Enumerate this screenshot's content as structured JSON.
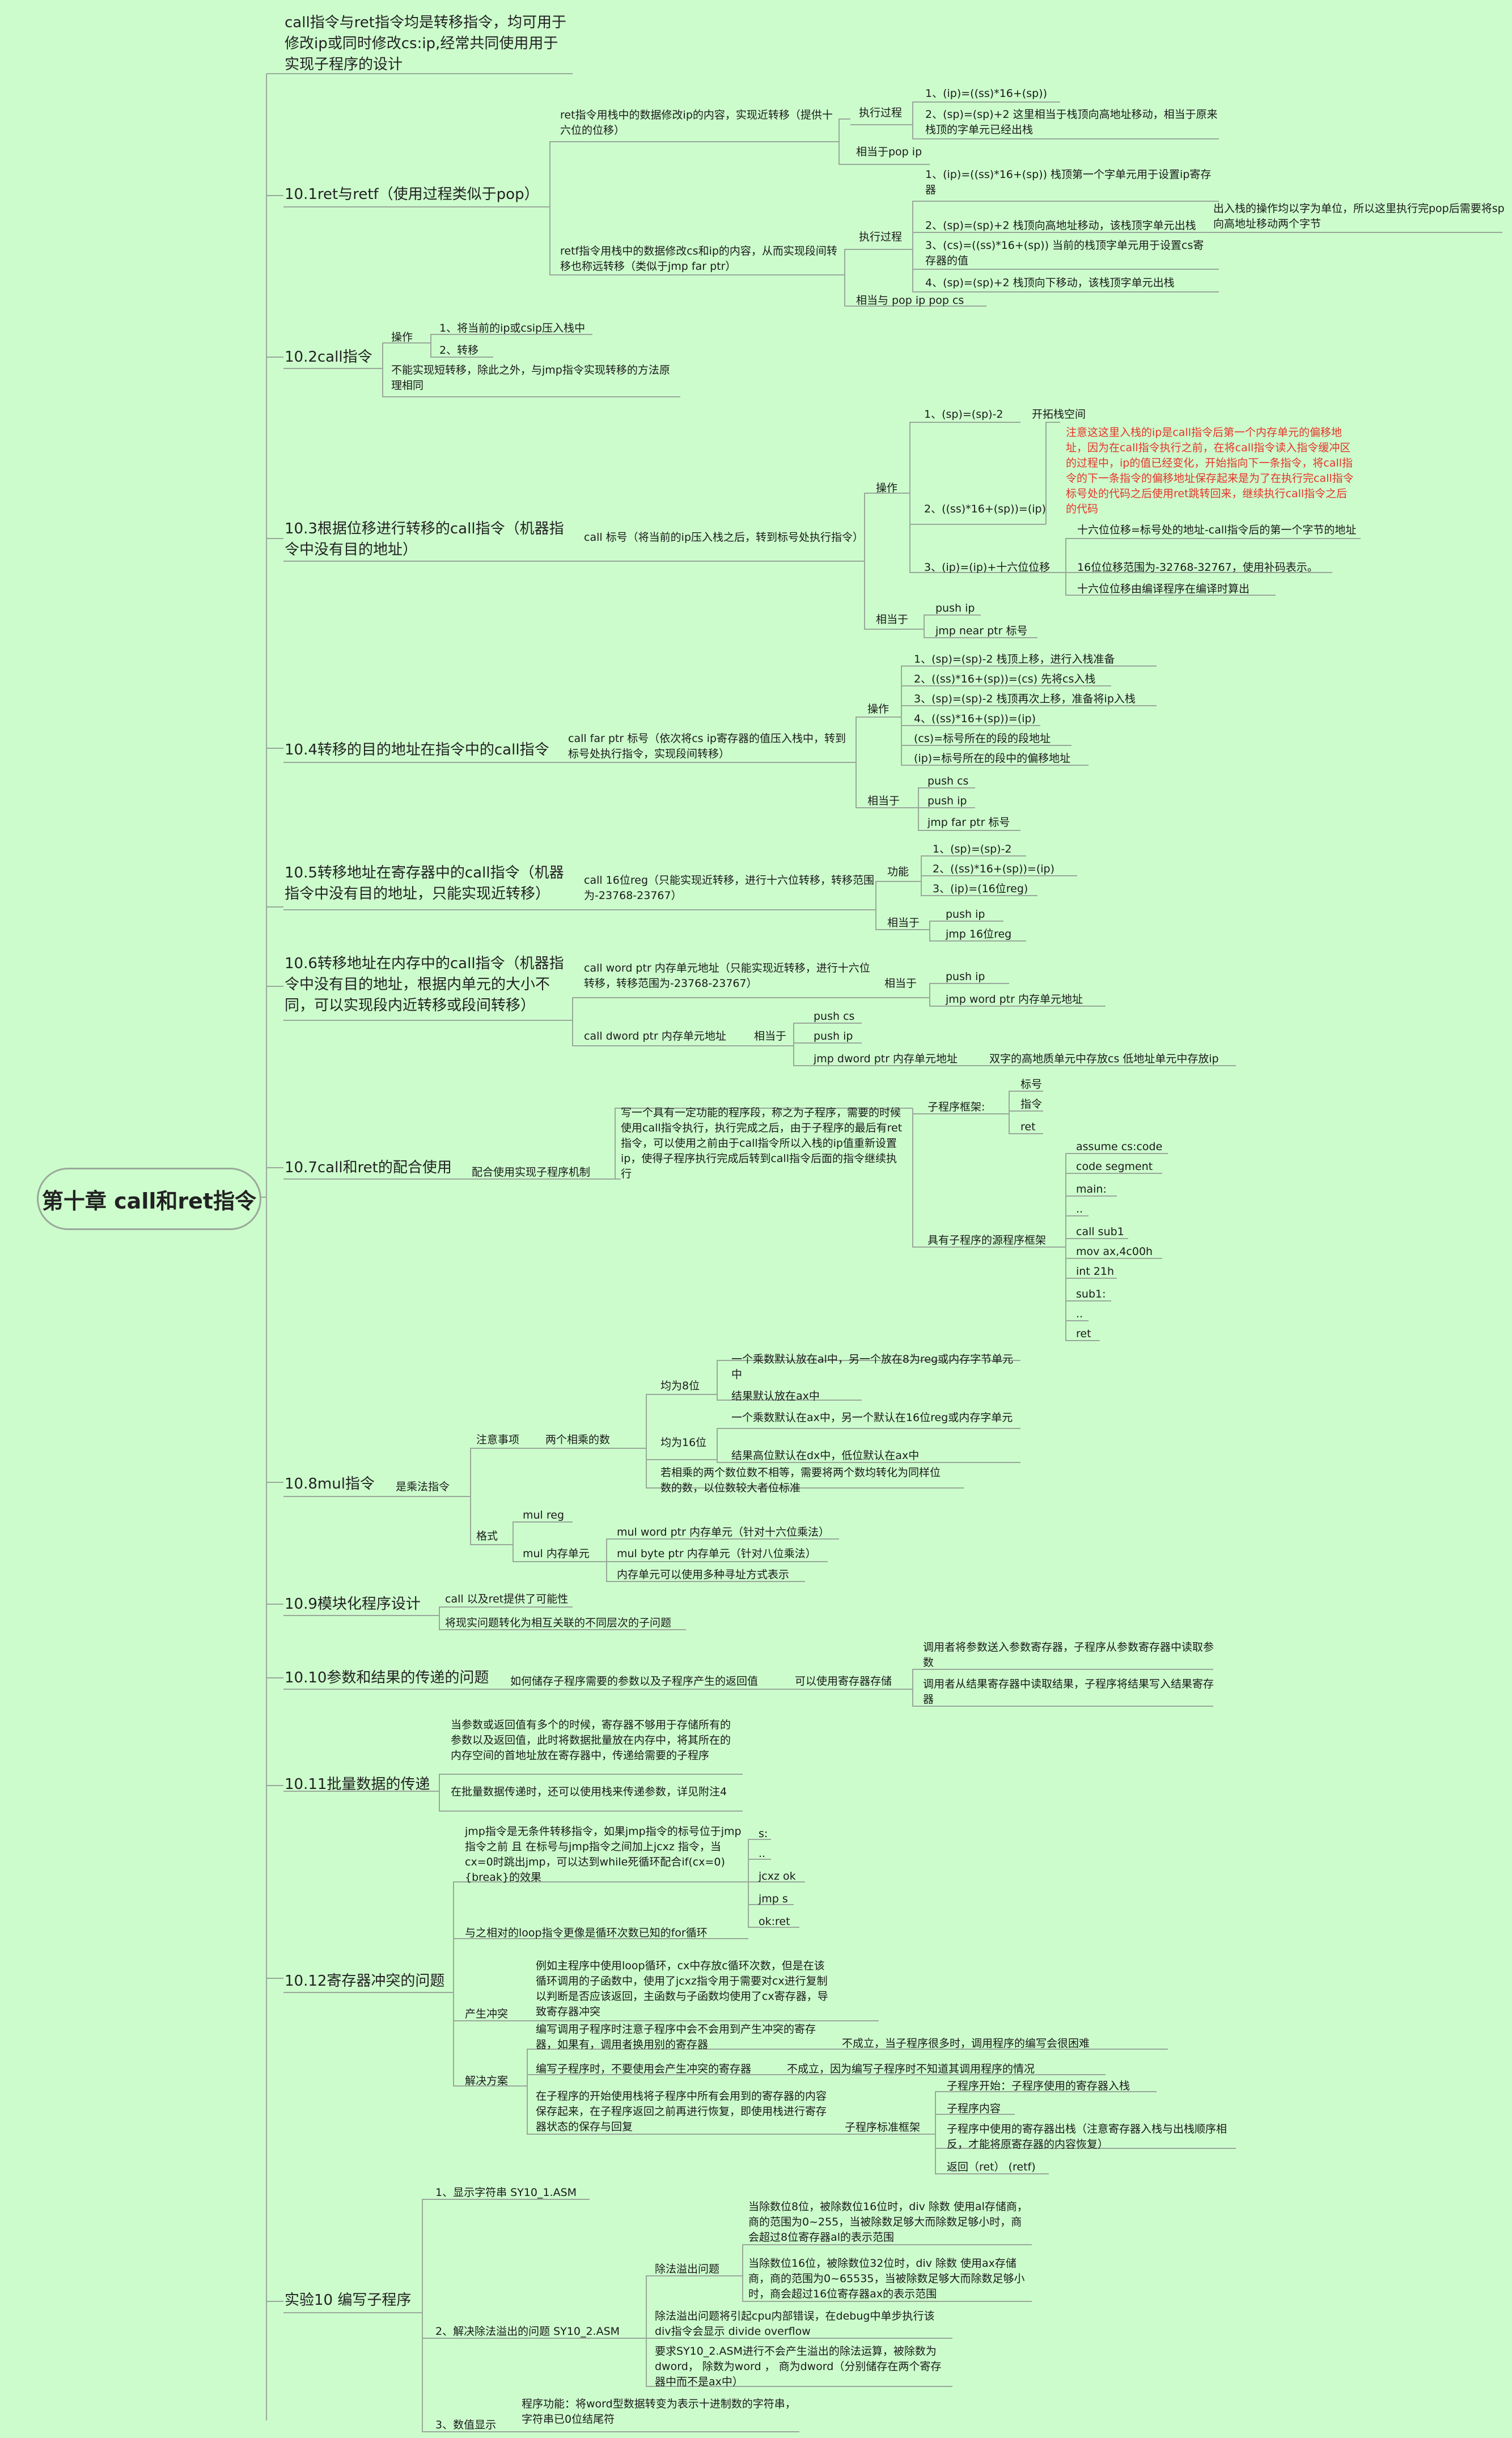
{
  "root": "第十章 call和ret指令",
  "intro": "call指令与ret指令均是转移指令，均可用于修改ip或同时修改cs:ip,经常共同使用用于实现子程序的设计",
  "s10_1": {
    "title": "10.1ret与retf（使用过程类似于pop）",
    "ret": "ret指令用栈中的数据修改ip的内容，实现近转移（提供十六位的位移）",
    "ret_exec": "执行过程",
    "ret_s1": "1、(ip)=((ss)*16+(sp))",
    "ret_s2": "2、(sp)=(sp)+2  这里相当于栈顶向高地址移动，相当于原来栈顶的字单元已经出栈",
    "ret_eq": "相当于pop ip",
    "retf": "retf指令用栈中的数据修改cs和ip的内容，从而实现段间转移也称远转移（类似于jmp far ptr）",
    "retf_exec": "执行过程",
    "retf_s1": "1、(ip)=((ss)*16+(sp)) 栈顶第一个字单元用于设置ip寄存器",
    "retf_s2": "2、(sp)=(sp)+2 栈顶向高地址移动，该栈顶字单元出栈",
    "retf_note": "出入栈的操作均以字为单位，所以这里执行完pop后需要将sp向高地址移动两个字节",
    "retf_s3": "3、(cs)=((ss)*16+(sp)) 当前的栈顶字单元用于设置cs寄存器的值",
    "retf_s4": "4、(sp)=(sp)+2 栈顶向下移动，该栈顶字单元出栈",
    "retf_eq": "相当与 pop ip  pop cs"
  },
  "s10_2": {
    "title": "10.2call指令",
    "op": "操作",
    "op1": "1、将当前的ip或csip压入栈中",
    "op2": "2、转移",
    "note": "不能实现短转移，除此之外，与jmp指令实现转移的方法原理相同"
  },
  "s10_3": {
    "title": "10.3根据位移进行转移的call指令（机器指令中没有目的地址）",
    "call": "call 标号（将当前的ip压入栈之后，转到标号处执行指令）",
    "op": "操作",
    "st1": "1、(sp)=(sp)-2",
    "st1n": "开拓栈空间",
    "st2": "2、((ss)*16+(sp))=(ip)",
    "st2n": "注意这这里入栈的ip是call指令后第一个内存单元的偏移地址，因为在call指令执行之前，在将call指令读入指令缓冲区的过程中，ip的值已经变化，开始指向下一条指令，将call指令的下一条指令的偏移地址保存起来是为了在执行完call指令标号处的代码之后使用ret跳转回来，继续执行call指令之后的代码",
    "st3": "3、(ip)=(ip)+十六位位移",
    "st3a": "十六位位移=标号处的地址-call指令后的第一个字节的地址",
    "st3b": "16位位移范围为-32768-32767，使用补码表示。",
    "st3c": "十六位位移由编译程序在编译时算出",
    "eq": "相当于",
    "eq1": "push ip",
    "eq2": "jmp near ptr 标号"
  },
  "s10_4": {
    "title": "10.4转移的目的地址在指令中的call指令",
    "call": "call far ptr 标号（依次将cs ip寄存器的值压入栈中，转到标号处执行指令，实现段间转移）",
    "op": "操作",
    "st1": "1、(sp)=(sp)-2 栈顶上移，进行入栈准备",
    "st2": "2、((ss)*16+(sp))=(cs) 先将cs入栈",
    "st3": "3、(sp)=(sp)-2  栈顶再次上移，准备将ip入栈",
    "st4": "4、((ss)*16+(sp))=(ip)",
    "st5": "(cs)=标号所在的段的段地址",
    "st6": "(ip)=标号所在的段中的偏移地址",
    "eq": "相当于",
    "eq1": "push cs",
    "eq2": "push ip",
    "eq3": "jmp far ptr 标号"
  },
  "s10_5": {
    "title": "10.5转移地址在寄存器中的call指令（机器指令中没有目的地址，只能实现近转移）",
    "call": "call 16位reg（只能实现近转移，进行十六位转移，转移范围为-23768-23767）",
    "fn": "功能",
    "st1": "1、(sp)=(sp)-2",
    "st2": "2、((ss)*16+(sp))=(ip)",
    "st3": "3、(ip)=(16位reg)",
    "eq": "相当于",
    "eq1": "push  ip",
    "eq2": "jmp 16位reg"
  },
  "s10_6": {
    "title": "10.6转移地址在内存中的call指令（机器指令中没有目的地址，根据内单元的大小不同，可以实现段内近转移或段间转移）",
    "cw": "call word ptr 内存单元地址（只能实现近转移，进行十六位转移，转移范围为-23768-23767）",
    "cw_eq": "相当于",
    "cw1": "push ip",
    "cw2": "jmp word ptr 内存单元地址",
    "cd": "call dword ptr 内存单元地址",
    "cd_eq": "相当于",
    "cd1": "push cs",
    "cd2": "push ip",
    "cd3": "jmp dword ptr 内存单元地址",
    "cd3n": "双字的高地质单元中存放cs 低地址单元中存放ip"
  },
  "s10_7": {
    "title": "10.7call和ret的配合使用",
    "use": "配合使用实现子程序机制",
    "desc": "写一个具有一定功能的程序段，称之为子程序，需要的时候使用call指令执行，执行完成之后，由于子程序的最后有ret指令，可以使用之前由于call指令所以入栈的ip值重新设置ip，使得子程序执行完成后转到call指令后面的指令继续执行",
    "fw": "子程序框架:",
    "fw1": "标号",
    "fw2": "指令",
    "fw3": "ret",
    "src": "具有子程序的源程序框架",
    "code": [
      "assume cs:code",
      "code segment",
      "main:",
      "..",
      "call sub1",
      "mov ax,4c00h",
      "int 21h",
      "sub1:",
      "..",
      "ret"
    ]
  },
  "s10_8": {
    "title": "10.8mul指令",
    "mul": "是乘法指令",
    "att": "注意事项",
    "two": "两个相乘的数",
    "b8": "均为8位",
    "b8a": "一个乘数默认放在al中，另一个放在8为reg或内存字节单元中",
    "b8b": "结果默认放在ax中",
    "b16": "均为16位",
    "b16a": "一个乘数默认在ax中，另一个默认在16位reg或内存字单元",
    "b16b": "结果高位默认在dx中，低位默认在ax中",
    "diff": "若相乘的两个数位数不相等，需要将两个数均转化为同样位数的数，以位数较大者位标准",
    "fmt": "格式",
    "reg": "mul reg",
    "mem": "mul 内存单元",
    "m1": "mul word ptr 内存单元（针对十六位乘法）",
    "m2": "mul byte ptr 内存单元（针对八位乘法）",
    "m3": "内存单元可以使用多种寻址方式表示"
  },
  "s10_9": {
    "title": "10.9模块化程序设计",
    "a": "call 以及ret提供了可能性",
    "b": "将现实问题转化为相互关联的不同层次的子问题"
  },
  "s10_10": {
    "title": "10.10参数和结果的传递的问题",
    "q": "如何储存子程序需要的参数以及子程序产生的返回值",
    "a": "可以使用寄存器存储",
    "a1": "调用者将参数送入参数寄存器，子程序从参数寄存器中读取参数",
    "a2": "调用者从结果寄存器中读取结果，子程序将结果写入结果寄存器"
  },
  "s10_11": {
    "title": "10.11批量数据的传递",
    "a": "当参数或返回值有多个的时候，寄存器不够用于存储所有的参数以及返回值，此时将数据批量放在内存中，将其所在的内存空间的首地址放在寄存器中，传递给需要的子程序",
    "b": "在批量数据传递时，还可以使用栈来传递参数，详见附注4"
  },
  "s10_12": {
    "title": "10.12寄存器冲突的问题",
    "jmp": "jmp指令是无条件转移指令，如果jmp指令的标号位于jmp指令之前 且   在标号与jmp指令之间加上jcxz 指令，当cx=0时跳出jmp，可以达到while死循环配合if(cx=0){break}的效果",
    "code": [
      "s:",
      "..",
      "jcxz ok",
      "jmp s",
      "ok:ret"
    ],
    "loop": "与之相对的loop指令更像是循环次数已知的for循环",
    "conf": "产生冲突",
    "conf_d": "例如主程序中使用loop循环，cx中存放c循环次数，但是在该循环调用的子函数中，使用了jcxz指令用于需要对cx进行复制以判断是否应该返回，主函数与子函数均使用了cx寄存器，导致寄存器冲突",
    "sol": "解决方案",
    "sol1": "编写调用子程序时注意子程序中会不会用到产生冲突的寄存器，如果有，调用者换用别的寄存器",
    "sol1n": "不成立，当子程序很多时，调用程序的编写会很困难",
    "sol2": "编写子程序时，不要使用会产生冲突的寄存器",
    "sol2n": "不成立，因为编写子程序时不知道其调用程序的情况",
    "sol3": "在子程序的开始使用栈将子程序中所有会用到的寄存器的内容保存起来，在子程序返回之前再进行恢复，即使用栈进行寄存器状态的保存与回复",
    "std": "子程序标准框架",
    "std1": "子程序开始：子程序使用的寄存器入栈",
    "std2": "子程序内容",
    "std3": "子程序中使用的寄存器出栈（注意寄存器入栈与出栈顺序相反，才能将原寄存器的内容恢复）",
    "std4": "返回（ret）  (retf)"
  },
  "exp": {
    "title": "实验10 编写子程序",
    "e1": "1、显示字符串  SY10_1.ASM",
    "e2": "2、解决除法溢出的问题  SY10_2.ASM",
    "ov": "除法溢出问题",
    "ov1": "当除数位8位，被除数位16位时，div 除数 使用al存储商，商的范围为0~255，当被除数足够大而除数足够小时，商会超过8位寄存器al的表示范围",
    "ov2": "当除数位16位，被除数位32位时，div 除数 使用ax存储商，商的范围为0~65535，当被除数足够大而除数足够小时，商会超过16位寄存器ax的表示范围",
    "ov3": "除法溢出问题将引起cpu内部错误，在debug中单步执行该div指令会显示 divide overflow",
    "ov4": "要求SY10_2.ASM进行不会产生溢出的除法运算，被除数为dword， 除数为word ，  商为dword（分别储存在两个寄存器中而不是ax中）",
    "e3": "3、数值显示",
    "e3d": "程序功能：将word型数据转变为表示十进制数的字符串，字符串已0位结尾符"
  }
}
